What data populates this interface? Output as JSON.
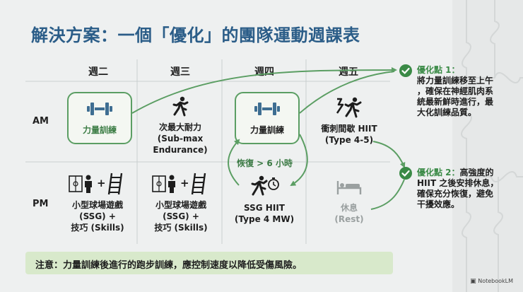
{
  "title": "解決方案：一個「優化」的團隊運動週課表",
  "days": [
    "週二",
    "週三",
    "週四",
    "週五"
  ],
  "rows": [
    "AM",
    "PM"
  ],
  "am": {
    "tue": [
      "力量訓練"
    ],
    "wed": [
      "次最大耐力",
      "(Sub-max",
      "Endurance)"
    ],
    "thu": [
      "力量訓練"
    ],
    "fri": [
      "衝刺間歇 HIIT",
      "(Type 4-5)"
    ]
  },
  "pm": {
    "tue": [
      "小型球場遊戲",
      "(SSG) +",
      "技巧 (Skills)"
    ],
    "wed": [
      "小型球場遊戲",
      "(SSG) +",
      "技巧 (Skills)"
    ],
    "thu": [
      "SSG HIIT",
      "(Type 4 MW)"
    ],
    "fri": [
      "休息",
      "(Rest)"
    ]
  },
  "recovery_label": "恢復 > 6 小時",
  "optimization_1": {
    "head": "優化點 1：",
    "lines": [
      "將力量訓練移至上午",
      "，確保在神經肌肉系",
      "統最新鮮時進行，最",
      "大化訓練品質。"
    ]
  },
  "optimization_2": {
    "head": "優化點 2：",
    "head_rest": "高強度的",
    "lines": [
      "HIIT 之後安排休息，",
      "確保充分恢復，避免",
      "干擾效應。"
    ]
  },
  "caution": "注意：力量訓練後進行的跑步訓練，應控制速度以降低受傷風險。",
  "brand": "NotebookLM",
  "colors": {
    "title": "#2b5d88",
    "accent_green": "#3a8a46",
    "card_border": "#5b9e63",
    "caution_bg": "#d8e9cb",
    "rest_gray": "#9aa0a0"
  },
  "icons": [
    "dumbbell-icon",
    "runner-icon",
    "sprint-runner-icon",
    "team-field-icon",
    "ladder-icon",
    "timer-runner-icon",
    "bed-icon",
    "check-circle-icon"
  ]
}
